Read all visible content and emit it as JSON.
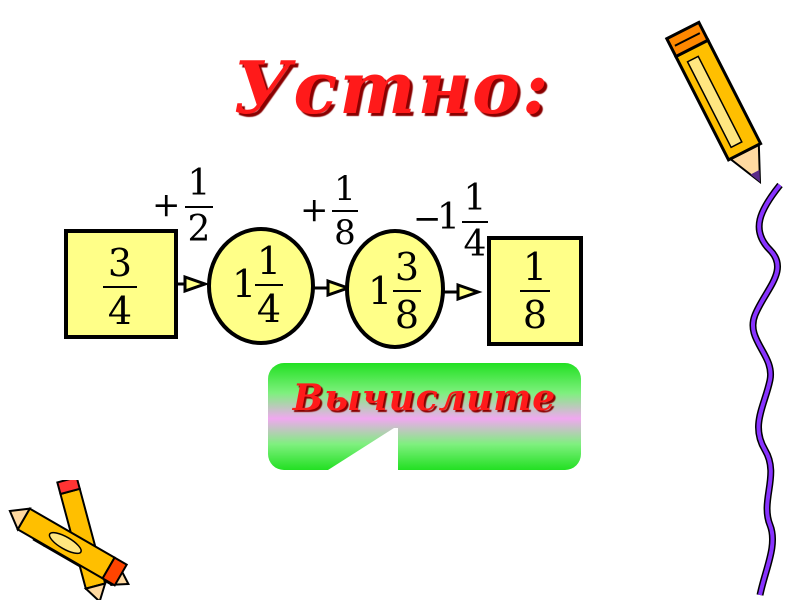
{
  "slide": {
    "title": "Устно:",
    "button_label": "Вычислите"
  },
  "chain": {
    "start": {
      "numerator": "3",
      "denominator": "4"
    },
    "steps": [
      {
        "operator": {
          "sign": "+",
          "numerator": "1",
          "denominator": "2"
        },
        "result": {
          "whole": "1",
          "numerator": "1",
          "denominator": "4"
        }
      },
      {
        "operator": {
          "sign": "+",
          "numerator": "1",
          "denominator": "8"
        },
        "result": {
          "whole": "1",
          "numerator": "3",
          "denominator": "8"
        }
      },
      {
        "operator": {
          "sign": "−",
          "whole": "1",
          "numerator": "1",
          "denominator": "4"
        },
        "result": {
          "numerator": "1",
          "denominator": "8"
        }
      }
    ]
  },
  "colors": {
    "title": "#ff1a1a",
    "box_fill": "#ffff88",
    "button_green": "#22e022",
    "button_pink": "#f0a8f0",
    "pencil_body": "#ffbf00",
    "purple_line": "#8833ff"
  },
  "icons": [
    "pencil-icon",
    "pencils-icon"
  ]
}
